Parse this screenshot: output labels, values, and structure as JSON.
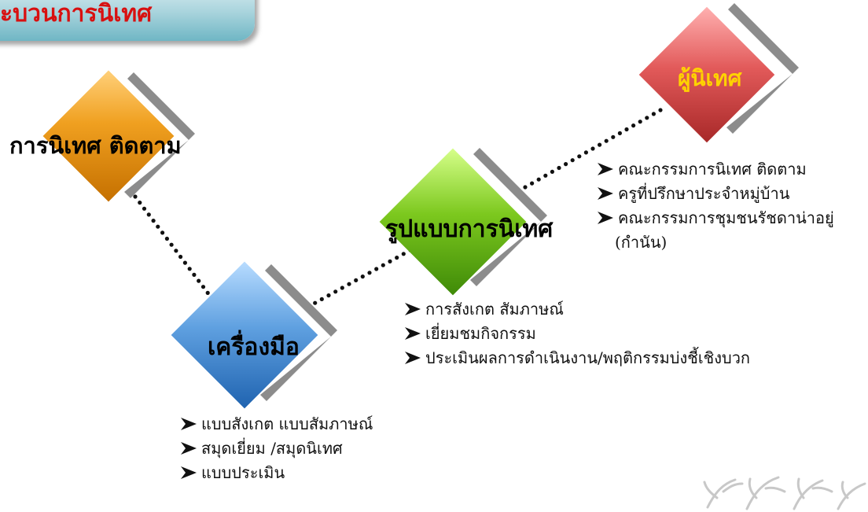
{
  "title": "ะบวนการนิเทศ",
  "nodes": {
    "monitoring": {
      "label": "การนิเทศ ติดตาม",
      "color": "#f0a020"
    },
    "tools": {
      "label": "เครื่องมือ",
      "color": "#5fa0e0"
    },
    "format": {
      "label": "รูปแบบการนิเทศ",
      "color": "#7cc81e"
    },
    "supervisor": {
      "label": "ผู้นิเทศ",
      "color": "#e25a5a",
      "label_color": "#ffd200"
    }
  },
  "lists": {
    "supervisor_items": [
      "คณะกรรมการนิเทศ ติดตาม",
      "ครูที่ปรึกษาประจำหมู่บ้าน",
      "คณะกรรมการชุมชนรัชดาน่าอยู่",
      "(กำนัน)"
    ],
    "format_items": [
      "การสังเกต  สัมภาษณ์",
      "เยี่ยมชมกิจกรรม",
      "ประเมินผลการดำเนินงาน/พฤติกรรมบ่งชี้เชิงบวก"
    ],
    "tool_items": [
      "แบบสังเกต แบบสัมภาษณ์",
      "สมุดเยี่ยม /สมุดนิเทศ",
      "แบบประเมิน"
    ]
  }
}
